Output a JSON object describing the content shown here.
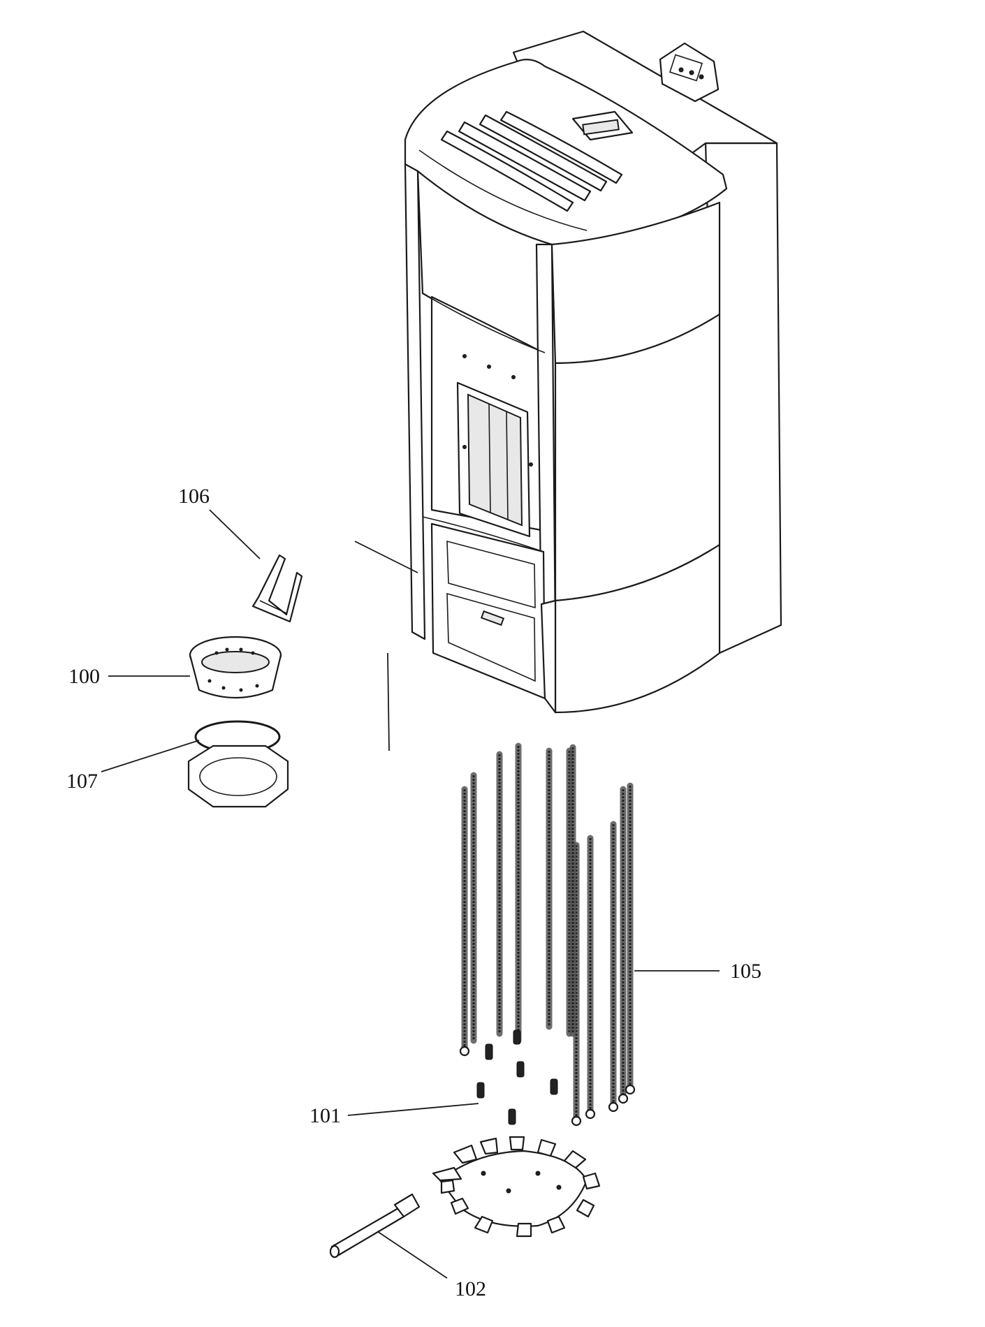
{
  "callouts": {
    "c100": "100",
    "c101": "101",
    "c102": "102",
    "c105": "105",
    "c106": "106",
    "c107": "107"
  }
}
